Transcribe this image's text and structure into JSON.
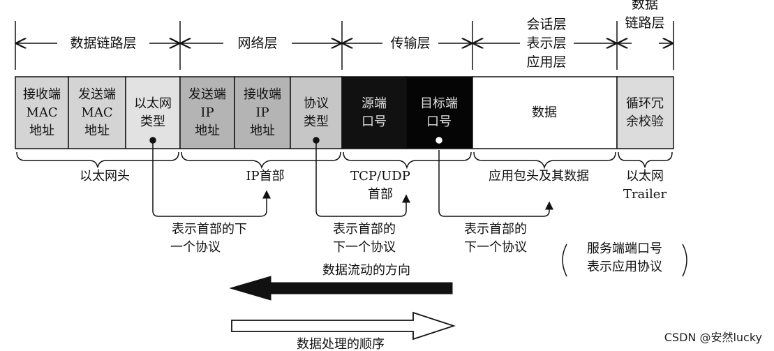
{
  "layers": {
    "datalink": "数据链路层",
    "network": "网络层",
    "transport": "传输层",
    "upper": [
      "会话层",
      "表示层",
      "应用层"
    ],
    "trailer_layer": [
      "数据",
      "链路层"
    ]
  },
  "fields": [
    {
      "lines": [
        "接收端",
        "MAC",
        "地址"
      ]
    },
    {
      "lines": [
        "发送端",
        "MAC",
        "地址"
      ]
    },
    {
      "lines": [
        "以太网",
        "类型"
      ]
    },
    {
      "lines": [
        "发送端",
        "IP",
        "地址"
      ]
    },
    {
      "lines": [
        "接收端",
        "IP",
        "地址"
      ]
    },
    {
      "lines": [
        "协议",
        "类型"
      ]
    },
    {
      "lines": [
        "源端",
        "口号"
      ]
    },
    {
      "lines": [
        "目标端",
        "口号"
      ]
    },
    {
      "lines": [
        "数据"
      ]
    },
    {
      "lines": [
        "循环冗",
        "余校验"
      ]
    }
  ],
  "groups": {
    "eth_header": [
      "以太网头"
    ],
    "ip_header": [
      "IP首部"
    ],
    "tcp_header": [
      "TCP/UDP",
      "首部"
    ],
    "app": [
      "应用包头及其数据"
    ],
    "trailer": [
      "以太网",
      "Trailer"
    ]
  },
  "notes": {
    "next1": [
      "表示首部的下",
      "一个协议"
    ],
    "next2": [
      "表示首部的",
      "下一个协议"
    ],
    "next3": [
      "表示首部的",
      "下一个协议"
    ],
    "service": [
      "服务端端口号",
      "表示应用协议"
    ]
  },
  "arrows": {
    "flow": "数据流动的方向",
    "process": "数据处理的顺序"
  },
  "watermark": "CSDN @安然lucky"
}
